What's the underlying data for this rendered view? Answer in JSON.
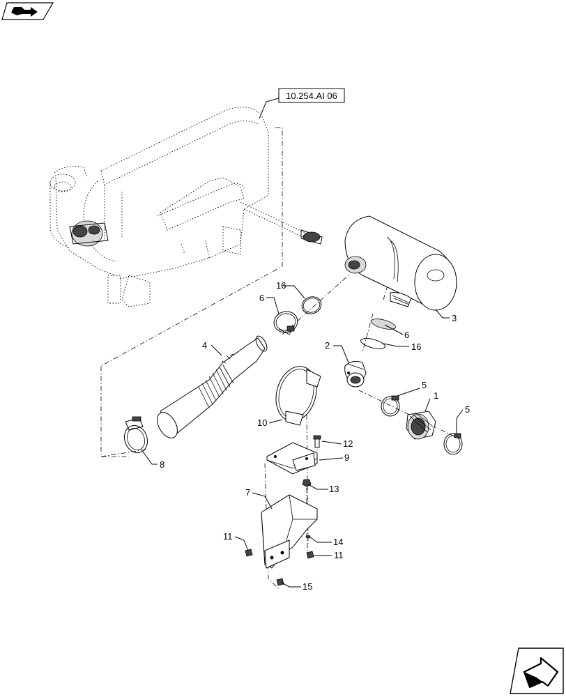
{
  "reference_label": "10.254.AI 06",
  "callouts": {
    "c1": "1",
    "c2": "2",
    "c3": "3",
    "c4": "4",
    "c5a": "5",
    "c5b": "5",
    "c6a": "6",
    "c6b": "6",
    "c7": "7",
    "c8": "8",
    "c9": "9",
    "c10": "10",
    "c11a": "11",
    "c11b": "11",
    "c12": "12",
    "c13": "13",
    "c14": "14",
    "c15": "15",
    "c16a": "16",
    "c16b": "16"
  },
  "icons": {
    "top_left": "previous-page-icon",
    "bottom_right": "next-page-icon"
  }
}
